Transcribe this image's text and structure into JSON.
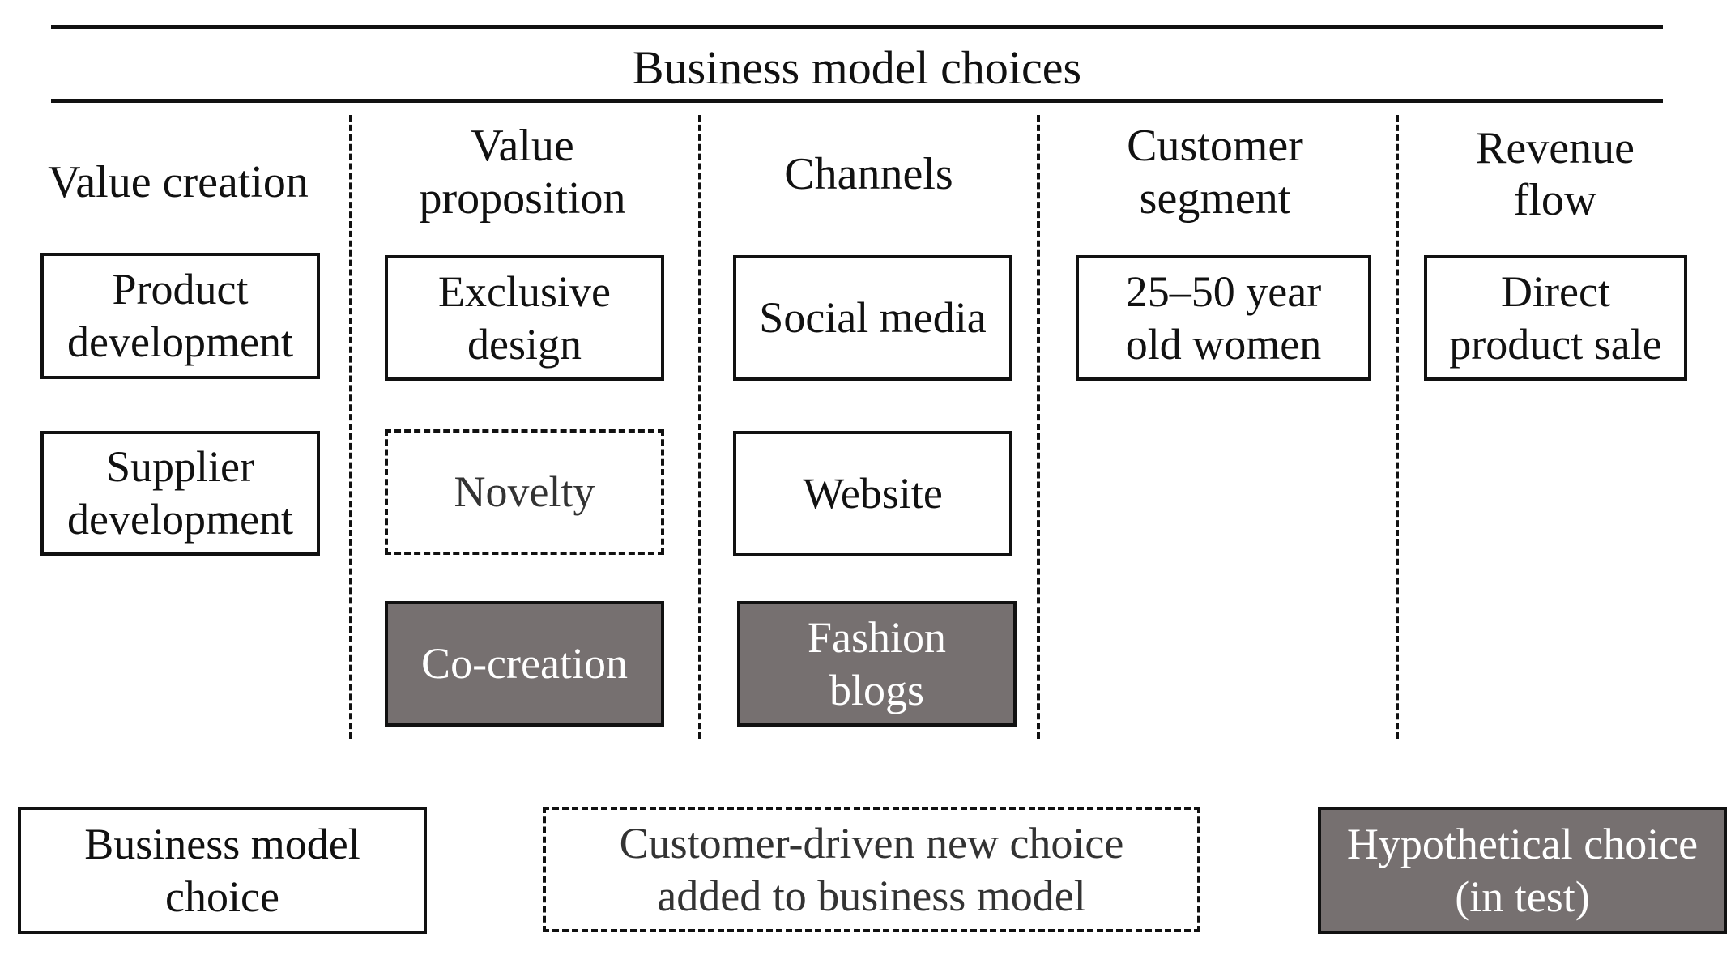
{
  "title": "Business model choices",
  "columns": [
    {
      "heading": "Value creation",
      "items": [
        {
          "label": "Product\ndevelopment",
          "style": "solid"
        },
        {
          "label": "Supplier\ndevelopment",
          "style": "solid"
        }
      ]
    },
    {
      "heading": "Value\nproposition",
      "items": [
        {
          "label": "Exclusive\ndesign",
          "style": "solid"
        },
        {
          "label": "Novelty",
          "style": "dashed"
        },
        {
          "label": "Co-creation",
          "style": "filled"
        }
      ]
    },
    {
      "heading": "Channels",
      "items": [
        {
          "label": "Social media",
          "style": "solid"
        },
        {
          "label": "Website",
          "style": "solid"
        },
        {
          "label": "Fashion\nblogs",
          "style": "filled"
        }
      ]
    },
    {
      "heading": "Customer\nsegment",
      "items": [
        {
          "label": "25–50 year\nold women",
          "style": "solid"
        }
      ]
    },
    {
      "heading": "Revenue\nflow",
      "items": [
        {
          "label": "Direct\nproduct sale",
          "style": "solid"
        }
      ]
    }
  ],
  "legend": [
    {
      "label": "Business model\nchoice",
      "style": "solid"
    },
    {
      "label": "Customer-driven new choice\nadded to business model",
      "style": "dashed"
    },
    {
      "label": "Hypothetical choice\n(in test)",
      "style": "filled"
    }
  ],
  "colors": {
    "line": "#111111",
    "filled_box": "#767070",
    "filled_text": "#ffffff"
  }
}
